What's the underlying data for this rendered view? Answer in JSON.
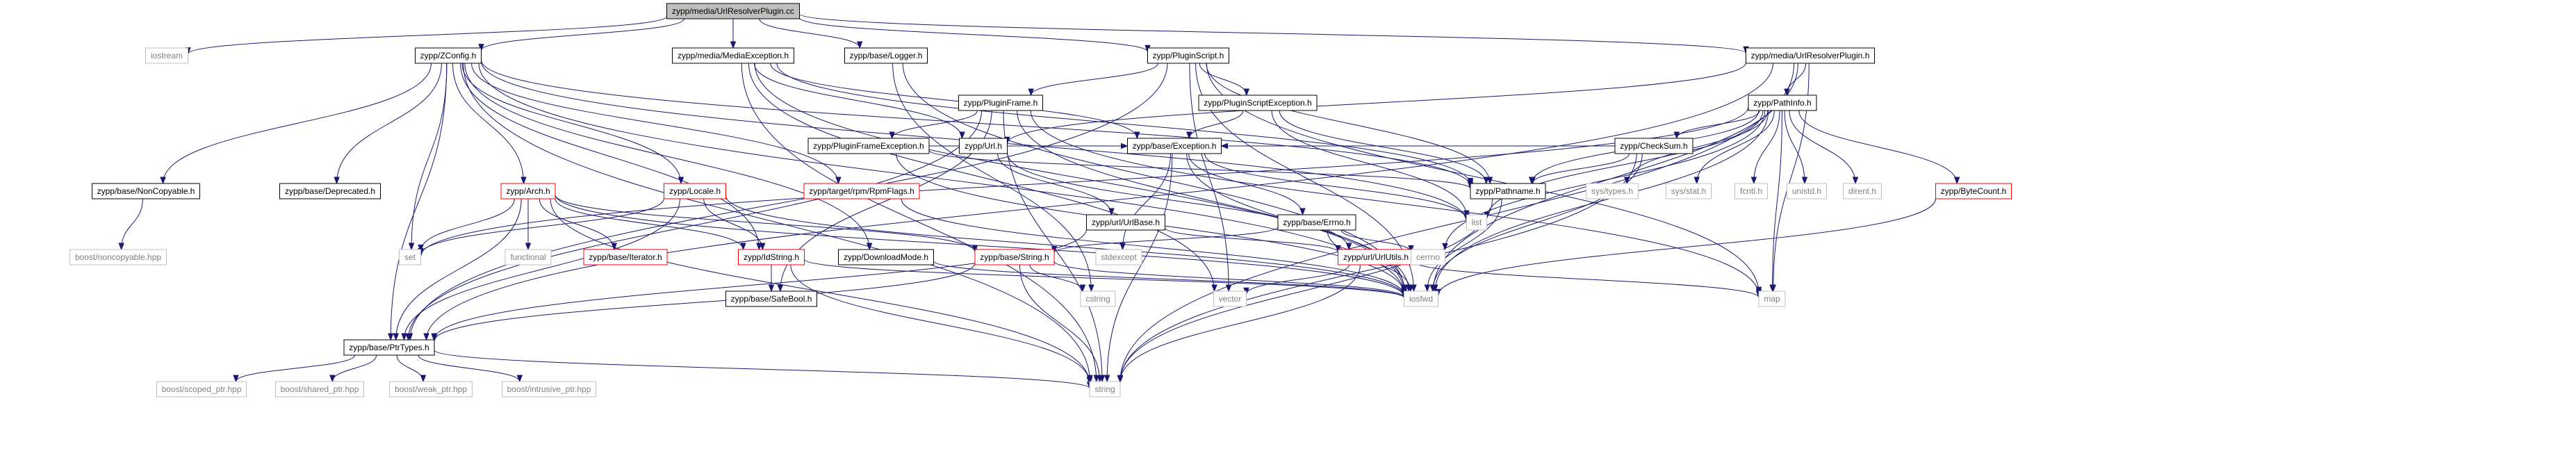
{
  "graph": {
    "nodes": [
      {
        "id": "root",
        "label": "zypp/media/UrlResolverPlugin.cc",
        "style": "root"
      },
      {
        "id": "iostream",
        "label": "iostream",
        "style": "external"
      },
      {
        "id": "zconfig",
        "label": "zypp/ZConfig.h",
        "style": "normal"
      },
      {
        "id": "mediaexc",
        "label": "zypp/media/MediaException.h",
        "style": "normal"
      },
      {
        "id": "logger",
        "label": "zypp/base/Logger.h",
        "style": "normal"
      },
      {
        "id": "pluginscript",
        "label": "zypp/PluginScript.h",
        "style": "normal"
      },
      {
        "id": "urlresplugin_h",
        "label": "zypp/media/UrlResolverPlugin.h",
        "style": "normal"
      },
      {
        "id": "ptrtypes",
        "label": "zypp/base/PtrTypes.h",
        "style": "normal"
      },
      {
        "id": "pluginframe",
        "label": "zypp/PluginFrame.h",
        "style": "normal"
      },
      {
        "id": "pluginscriptexc",
        "label": "zypp/PluginScriptException.h",
        "style": "normal"
      },
      {
        "id": "pathinfo",
        "label": "zypp/PathInfo.h",
        "style": "normal"
      },
      {
        "id": "pluginframeexc",
        "label": "zypp/PluginFrameException.h",
        "style": "normal"
      },
      {
        "id": "baseexc",
        "label": "zypp/base/Exception.h",
        "style": "normal"
      },
      {
        "id": "url",
        "label": "zypp/Url.h",
        "style": "normal"
      },
      {
        "id": "checksum",
        "label": "zypp/CheckSum.h",
        "style": "normal"
      },
      {
        "id": "noncopyable",
        "label": "zypp/base/NonCopyable.h",
        "style": "normal"
      },
      {
        "id": "deprecated",
        "label": "zypp/base/Deprecated.h",
        "style": "normal"
      },
      {
        "id": "arch",
        "label": "zypp/Arch.h",
        "style": "truncated"
      },
      {
        "id": "locale",
        "label": "zypp/Locale.h",
        "style": "truncated"
      },
      {
        "id": "rpmflags",
        "label": "zypp/target/rpm/RpmFlags.h",
        "style": "truncated"
      },
      {
        "id": "pathname",
        "label": "zypp/Pathname.h",
        "style": "normal"
      },
      {
        "id": "bytecount",
        "label": "zypp/ByteCount.h",
        "style": "truncated"
      },
      {
        "id": "urlbase",
        "label": "zypp/url/UrlBase.h",
        "style": "normal"
      },
      {
        "id": "errno_h",
        "label": "zypp/base/Errno.h",
        "style": "normal"
      },
      {
        "id": "iterator",
        "label": "zypp/base/Iterator.h",
        "style": "truncated"
      },
      {
        "id": "idstring",
        "label": "zypp/IdString.h",
        "style": "truncated"
      },
      {
        "id": "basestring",
        "label": "zypp/base/String.h",
        "style": "truncated"
      },
      {
        "id": "downloadmode",
        "label": "zypp/DownloadMode.h",
        "style": "normal"
      },
      {
        "id": "urlutils",
        "label": "zypp/url/UrlUtils.h",
        "style": "truncated"
      },
      {
        "id": "safebool",
        "label": "zypp/base/SafeBool.h",
        "style": "normal"
      },
      {
        "id": "noncopyable_hpp",
        "label": "boost/noncopyable.hpp",
        "style": "external"
      },
      {
        "id": "set",
        "label": "set",
        "style": "external"
      },
      {
        "id": "functional",
        "label": "functional",
        "style": "external"
      },
      {
        "id": "stdexcept",
        "label": "stdexcept",
        "style": "external"
      },
      {
        "id": "list",
        "label": "list",
        "style": "external"
      },
      {
        "id": "cerrno",
        "label": "cerrno",
        "style": "external"
      },
      {
        "id": "cstring",
        "label": "cstring",
        "style": "external"
      },
      {
        "id": "vector",
        "label": "vector",
        "style": "external"
      },
      {
        "id": "iosfwd",
        "label": "iosfwd",
        "style": "external"
      },
      {
        "id": "map",
        "label": "map",
        "style": "external"
      },
      {
        "id": "string",
        "label": "string",
        "style": "external"
      },
      {
        "id": "systypes",
        "label": "sys/types.h",
        "style": "external"
      },
      {
        "id": "sysstat",
        "label": "sys/stat.h",
        "style": "external"
      },
      {
        "id": "fcntl",
        "label": "fcntl.h",
        "style": "external"
      },
      {
        "id": "unistd",
        "label": "unistd.h",
        "style": "external"
      },
      {
        "id": "dirent",
        "label": "dirent.h",
        "style": "external"
      },
      {
        "id": "scoped_ptr",
        "label": "boost/scoped_ptr.hpp",
        "style": "external"
      },
      {
        "id": "shared_ptr",
        "label": "boost/shared_ptr.hpp",
        "style": "external"
      },
      {
        "id": "weak_ptr",
        "label": "boost/weak_ptr.hpp",
        "style": "external"
      },
      {
        "id": "intrusive_ptr",
        "label": "boost/intrusive_ptr.hpp",
        "style": "external"
      }
    ],
    "edges": [
      [
        "root",
        "iostream"
      ],
      [
        "root",
        "zconfig"
      ],
      [
        "root",
        "mediaexc"
      ],
      [
        "root",
        "logger"
      ],
      [
        "root",
        "pluginscript"
      ],
      [
        "root",
        "urlresplugin_h"
      ],
      [
        "pluginscript",
        "pluginframe"
      ],
      [
        "pluginscript",
        "pluginscriptexc"
      ],
      [
        "pluginscript",
        "ptrtypes"
      ],
      [
        "pluginscript",
        "pathname"
      ],
      [
        "pluginscript",
        "vector"
      ],
      [
        "pluginscript",
        "iosfwd"
      ],
      [
        "pluginscript",
        "map"
      ],
      [
        "urlresplugin_h",
        "pathinfo"
      ],
      [
        "urlresplugin_h",
        "url"
      ],
      [
        "urlresplugin_h",
        "ptrtypes"
      ],
      [
        "urlresplugin_h",
        "iosfwd"
      ],
      [
        "urlresplugin_h",
        "map"
      ],
      [
        "urlresplugin_h",
        "string"
      ],
      [
        "pluginframe",
        "pluginframeexc"
      ],
      [
        "pluginframe",
        "safebool"
      ],
      [
        "pluginframe",
        "ptrtypes"
      ],
      [
        "pluginframe",
        "iosfwd"
      ],
      [
        "pluginframe",
        "string"
      ],
      [
        "pluginframe",
        "map"
      ],
      [
        "mediaexc",
        "url"
      ],
      [
        "mediaexc",
        "baseexc"
      ],
      [
        "mediaexc",
        "pathname"
      ],
      [
        "mediaexc",
        "string"
      ],
      [
        "mediaexc",
        "vector"
      ],
      [
        "mediaexc",
        "iosfwd"
      ],
      [
        "pluginframeexc",
        "baseexc"
      ],
      [
        "pluginframeexc",
        "pathname"
      ],
      [
        "pluginframeexc",
        "iosfwd"
      ],
      [
        "pluginscriptexc",
        "baseexc"
      ],
      [
        "pluginscriptexc",
        "pathname"
      ],
      [
        "pluginscriptexc",
        "list"
      ],
      [
        "pathinfo",
        "checksum"
      ],
      [
        "pathinfo",
        "pathname"
      ],
      [
        "pathinfo",
        "bytecount"
      ],
      [
        "pathinfo",
        "systypes"
      ],
      [
        "pathinfo",
        "sysstat"
      ],
      [
        "pathinfo",
        "fcntl"
      ],
      [
        "pathinfo",
        "unistd"
      ],
      [
        "pathinfo",
        "dirent"
      ],
      [
        "pathinfo",
        "iosfwd"
      ],
      [
        "pathinfo",
        "list"
      ],
      [
        "pathinfo",
        "set"
      ],
      [
        "pathinfo",
        "map"
      ],
      [
        "pathinfo",
        "cerrno"
      ],
      [
        "checksum",
        "baseexc"
      ],
      [
        "checksum",
        "pathname"
      ],
      [
        "checksum",
        "iosfwd"
      ],
      [
        "checksum",
        "string"
      ],
      [
        "zconfig",
        "noncopyable"
      ],
      [
        "zconfig",
        "deprecated"
      ],
      [
        "zconfig",
        "arch"
      ],
      [
        "zconfig",
        "locale"
      ],
      [
        "zconfig",
        "rpmflags"
      ],
      [
        "zconfig",
        "pathname"
      ],
      [
        "zconfig",
        "downloadmode"
      ],
      [
        "zconfig",
        "ptrtypes"
      ],
      [
        "zconfig",
        "set"
      ],
      [
        "zconfig",
        "list"
      ],
      [
        "zconfig",
        "string"
      ],
      [
        "zconfig",
        "idstring"
      ],
      [
        "zconfig",
        "iosfwd"
      ],
      [
        "noncopyable",
        "noncopyable_hpp"
      ],
      [
        "arch",
        "iterator"
      ],
      [
        "arch",
        "idstring"
      ],
      [
        "arch",
        "basestring"
      ],
      [
        "arch",
        "set"
      ],
      [
        "arch",
        "functional"
      ],
      [
        "arch",
        "iosfwd"
      ],
      [
        "arch",
        "string"
      ],
      [
        "arch",
        "ptrtypes"
      ],
      [
        "locale",
        "idstring"
      ],
      [
        "locale",
        "ptrtypes"
      ],
      [
        "locale",
        "iosfwd"
      ],
      [
        "locale",
        "set"
      ],
      [
        "rpmflags",
        "iosfwd"
      ],
      [
        "baseexc",
        "stdexcept"
      ],
      [
        "baseexc",
        "errno_h"
      ],
      [
        "baseexc",
        "list"
      ],
      [
        "baseexc",
        "string"
      ],
      [
        "baseexc",
        "iosfwd"
      ],
      [
        "errno_h",
        "basestring"
      ],
      [
        "errno_h",
        "cerrno"
      ],
      [
        "errno_h",
        "iosfwd"
      ],
      [
        "url",
        "urlbase"
      ],
      [
        "url",
        "urlutils"
      ],
      [
        "urlbase",
        "urlutils"
      ],
      [
        "urlbase",
        "ptrtypes"
      ],
      [
        "urlutils",
        "vector"
      ],
      [
        "urlutils",
        "map"
      ],
      [
        "urlutils",
        "string"
      ],
      [
        "pathname",
        "iosfwd"
      ],
      [
        "pathname",
        "string"
      ],
      [
        "bytecount",
        "iosfwd"
      ],
      [
        "idstring",
        "safebool"
      ],
      [
        "idstring",
        "iosfwd"
      ],
      [
        "idstring",
        "string"
      ],
      [
        "basestring",
        "cstring"
      ],
      [
        "basestring",
        "string"
      ],
      [
        "basestring",
        "iosfwd"
      ],
      [
        "basestring",
        "ptrtypes"
      ],
      [
        "logger",
        "cstring"
      ],
      [
        "logger",
        "iosfwd"
      ],
      [
        "downloadmode",
        "iosfwd"
      ],
      [
        "ptrtypes",
        "scoped_ptr"
      ],
      [
        "ptrtypes",
        "shared_ptr"
      ],
      [
        "ptrtypes",
        "weak_ptr"
      ],
      [
        "ptrtypes",
        "intrusive_ptr"
      ],
      [
        "ptrtypes",
        "string"
      ]
    ],
    "colors": {
      "edge": "#191970",
      "normal_border": "#000000",
      "root_fill": "#bfbfbf",
      "truncated_border": "#ff0000",
      "external_border": "#bfbfbf",
      "external_text": "#808080",
      "text": "#000000"
    }
  }
}
